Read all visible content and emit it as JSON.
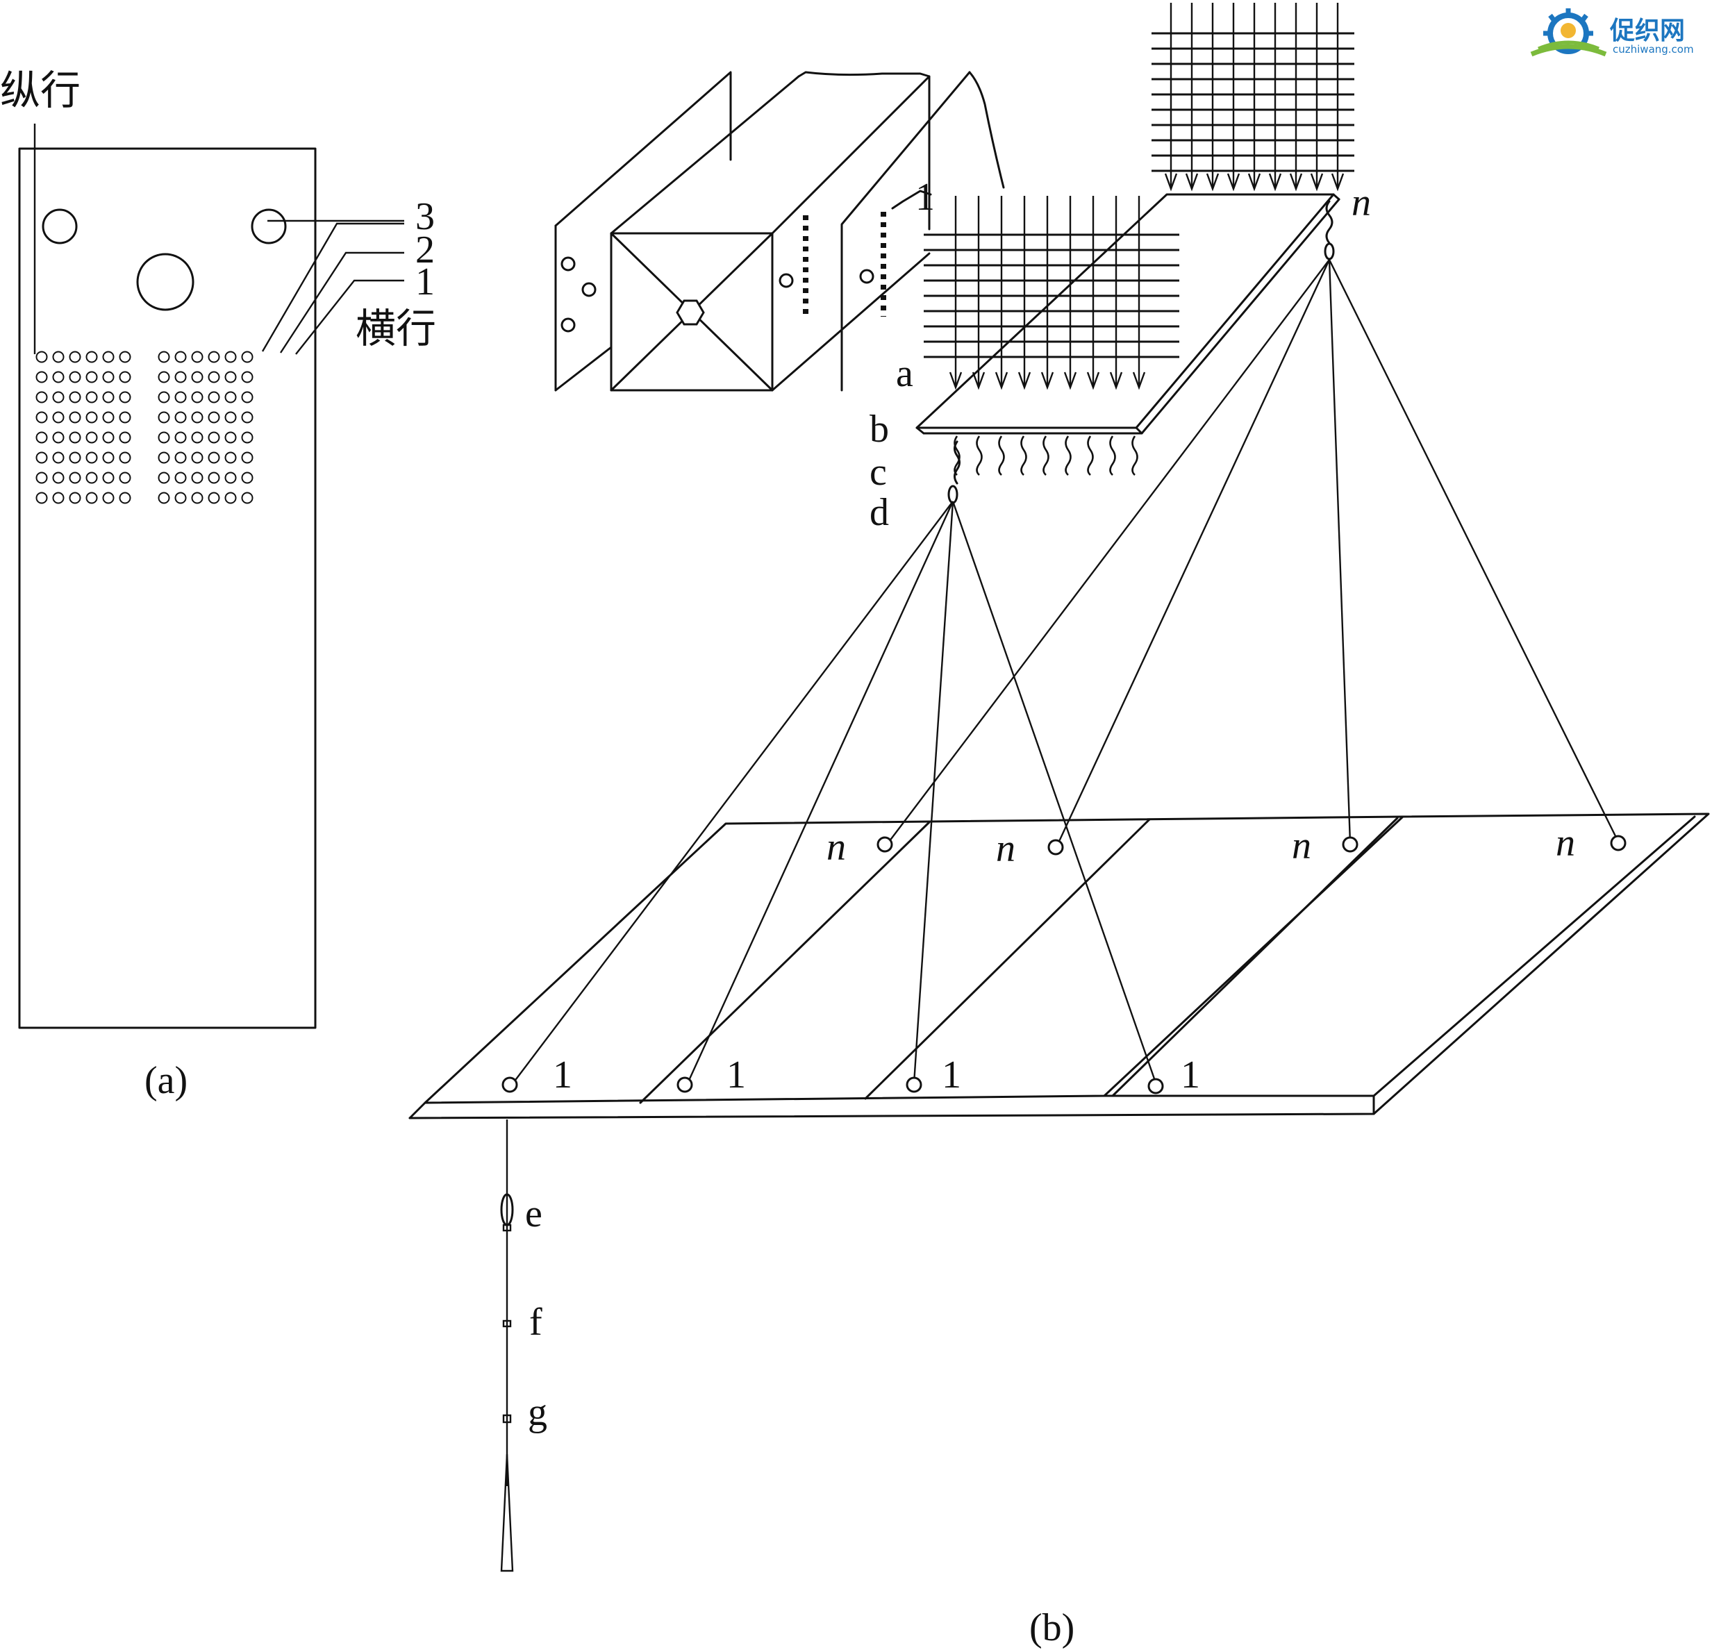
{
  "watermark": {
    "name": "促织网",
    "domain": "cuzhiwang.com",
    "colors": {
      "gear": "#1c76c0",
      "text": "#1c76c0",
      "field": "#7cbb3c",
      "sun": "#f2b632"
    }
  },
  "panel_a": {
    "label_column": "纵行",
    "label_row": "横行",
    "row_numbers": [
      "3",
      "2",
      "1"
    ],
    "caption": "(a)"
  },
  "panel_b": {
    "letters": {
      "a": "a",
      "b": "b",
      "c": "c",
      "d": "d",
      "e": "e",
      "f": "f",
      "g": "g"
    },
    "card_marker": "1",
    "top_hook_label": "n",
    "board_labels_n": [
      "n",
      "n",
      "n",
      "n"
    ],
    "board_labels_1": [
      "1",
      "1",
      "1",
      "1"
    ],
    "caption": "(b)"
  },
  "colors": {
    "ink": "#111111",
    "background": "#ffffff"
  }
}
